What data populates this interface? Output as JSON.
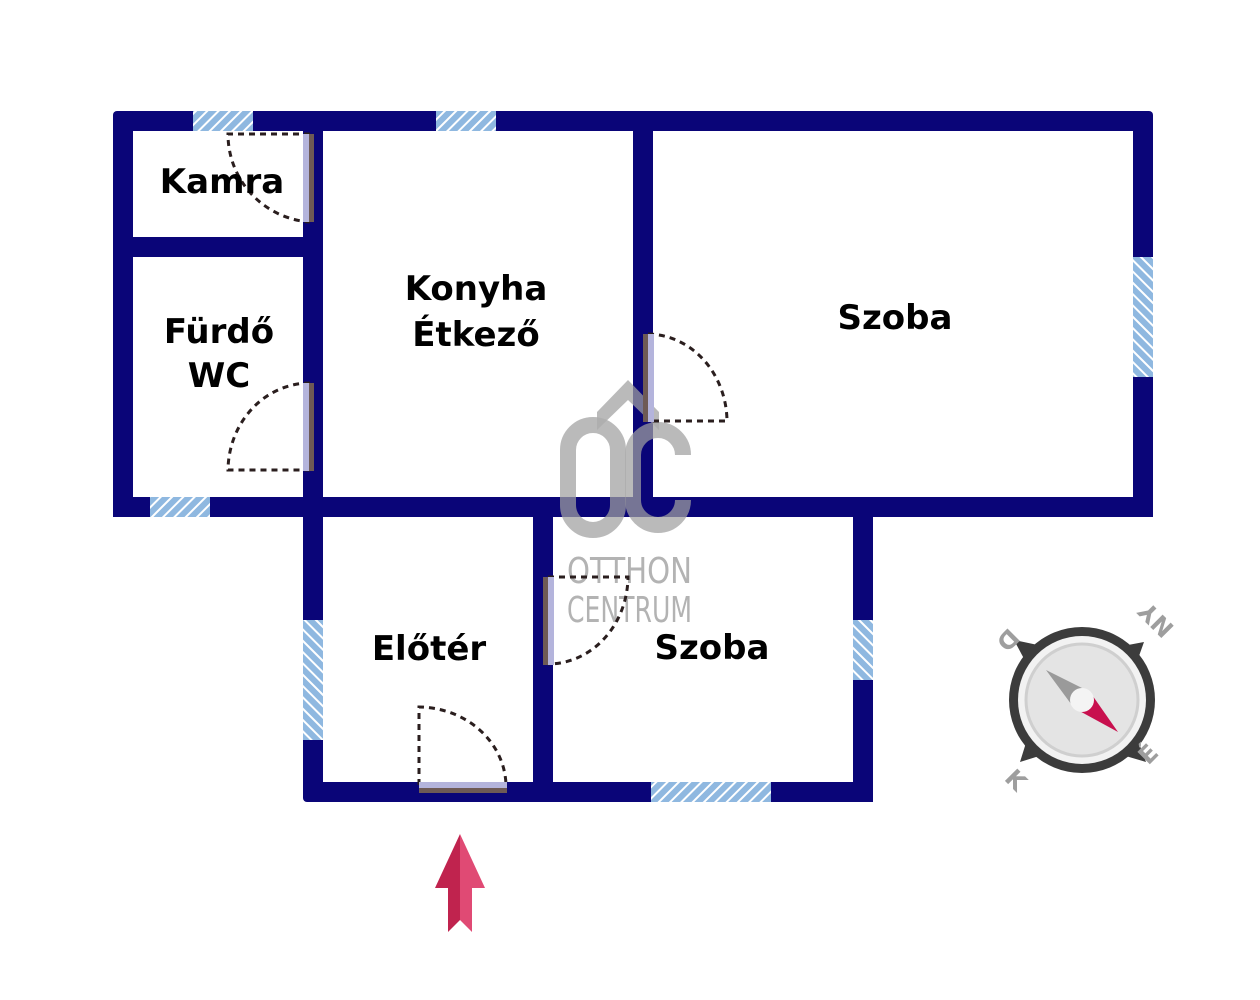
{
  "floorplan": {
    "rooms": [
      {
        "id": "kamra",
        "lines": [
          "Kamra"
        ]
      },
      {
        "id": "furdo",
        "lines": [
          "Fürdő",
          "WC"
        ]
      },
      {
        "id": "konyha",
        "lines": [
          "Konyha",
          "Étkező"
        ]
      },
      {
        "id": "szoba1",
        "lines": [
          "Szoba"
        ]
      },
      {
        "id": "eloter",
        "lines": [
          "Előtér"
        ]
      },
      {
        "id": "szoba2",
        "lines": [
          "Szoba"
        ]
      }
    ]
  },
  "watermark": {
    "logo_mark": "ÔC",
    "line1": "OTTHON",
    "line2": "CENTRUM"
  },
  "compass": {
    "north": "NY",
    "east": "É",
    "south": "K",
    "west": "D"
  },
  "colors": {
    "wall": "#0a0578",
    "window": "#8fb8e0",
    "door_leaf": "#b4b4dc",
    "door_frame": "#6e5a55",
    "entrance_arrow": "#d6305e",
    "compass_needle": "#c8104e"
  }
}
